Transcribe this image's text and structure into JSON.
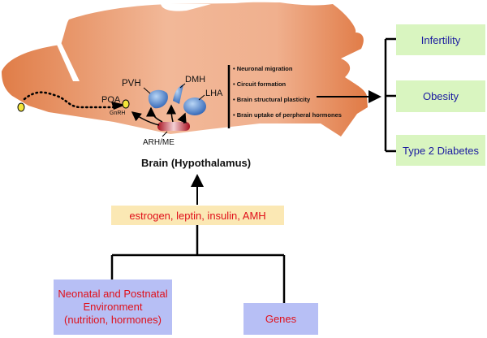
{
  "brain": {
    "title": "Brain (Hypothalamus)",
    "regions": {
      "pvh": "PVH",
      "dmh": "DMH",
      "lha": "LHA",
      "poa": "POA",
      "gnrh": "GnRH",
      "arh": "ARH/ME"
    },
    "processes": [
      "Neuronal migration",
      "Circuit formation",
      "Brain structural plasticity",
      "Brain uptake of perpheral hormones"
    ]
  },
  "outcomes": [
    "Infertility",
    "Obesity",
    "Type 2 Diabetes"
  ],
  "signals": "estrogen, leptin, insulin, AMH",
  "inputs": {
    "environment": [
      "Neonatal and Postnatal",
      "Environment",
      "(nutrition, hormones)"
    ],
    "genes": "Genes"
  },
  "colors": {
    "brain": "#e8936a",
    "outcome_box": "#d9f5c0",
    "outcome_text": "#1a1aa0",
    "signal_box": "#fbe8b4",
    "signal_text": "#e0101a",
    "input_box": "#b7bff5",
    "nucleus": "#3d78c8",
    "arh": "#b0192a"
  }
}
